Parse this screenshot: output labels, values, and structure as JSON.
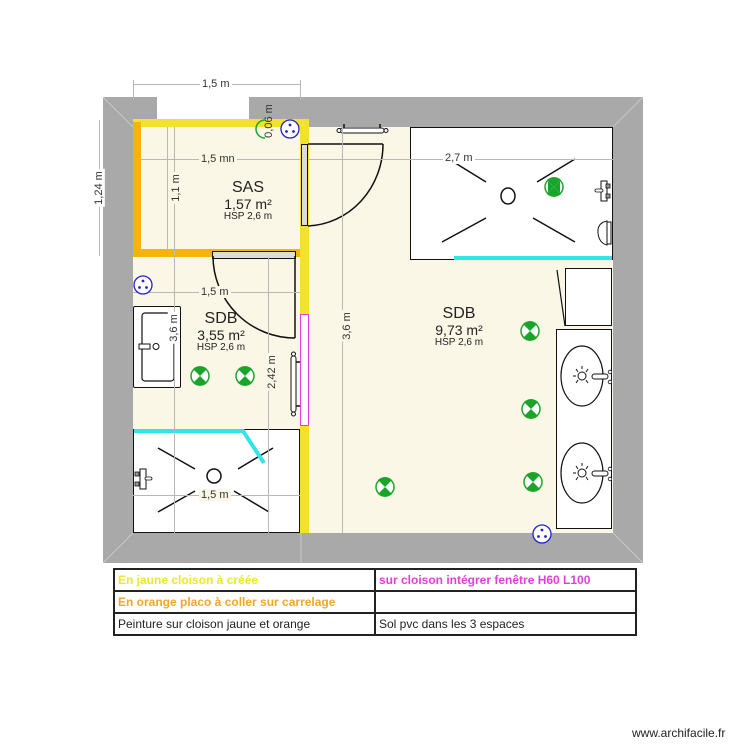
{
  "plan": {
    "rooms": [
      {
        "id": "sas",
        "name": "SAS",
        "area": "1,57 m²",
        "height": "HSP 2,6 m"
      },
      {
        "id": "sdb-small",
        "name": "SDB",
        "area": "3,55 m²",
        "height": "HSP 2,6 m"
      },
      {
        "id": "sdb-large",
        "name": "SDB",
        "area": "9,73 m²",
        "height": "HSP 2,6 m"
      }
    ],
    "dimensions": {
      "top_outer_width": "1,5 m",
      "left_outer_height": "1,24 m",
      "window_depth": "0,06 m",
      "sas_width": "1,5 mn",
      "sas_height": "1,1 m",
      "shower_width": "2,7 m",
      "sdb_small_width": "1,5 m",
      "sdb_small_height": "3,6 m",
      "sdb_small_partition": "2,42 m",
      "sdb_large_height": "3,6 m",
      "bottom_shower_width": "1,5 m"
    },
    "colors": {
      "wall": "#a9a9a9",
      "floor": "#faf7e6",
      "partition_new": "#f2e22a",
      "placo": "#f5b30e",
      "window_in_partition": "#e040d8",
      "shower_screen": "#35e5e5",
      "light_fixture": "#1aa52a",
      "socket": "#2222cc"
    }
  },
  "legend": {
    "rows": [
      {
        "left": "En jaune cloison à créée",
        "right": "sur cloison intégrer fenêtre H60 L100"
      },
      {
        "left": "En orange placo à coller sur carrelage",
        "right": ""
      },
      {
        "left": "Peinture sur cloison jaune et orange",
        "right": "Sol pvc dans les 3 espaces"
      }
    ]
  },
  "footer": {
    "watermark": "www.archifacile.fr"
  }
}
